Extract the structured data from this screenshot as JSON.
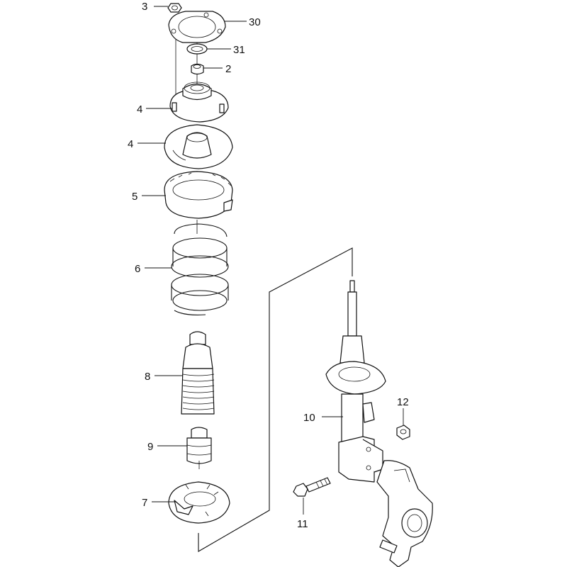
{
  "callouts": [
    {
      "id": "c3",
      "label": "3"
    },
    {
      "id": "c30",
      "label": "30"
    },
    {
      "id": "c31",
      "label": "31"
    },
    {
      "id": "c2",
      "label": "2"
    },
    {
      "id": "c4a",
      "label": "4"
    },
    {
      "id": "c4b",
      "label": "4"
    },
    {
      "id": "c5",
      "label": "5"
    },
    {
      "id": "c6",
      "label": "6"
    },
    {
      "id": "c8",
      "label": "8"
    },
    {
      "id": "c9",
      "label": "9"
    },
    {
      "id": "c7",
      "label": "7"
    },
    {
      "id": "c10",
      "label": "10"
    },
    {
      "id": "c12",
      "label": "12"
    },
    {
      "id": "c11",
      "label": "11"
    }
  ]
}
